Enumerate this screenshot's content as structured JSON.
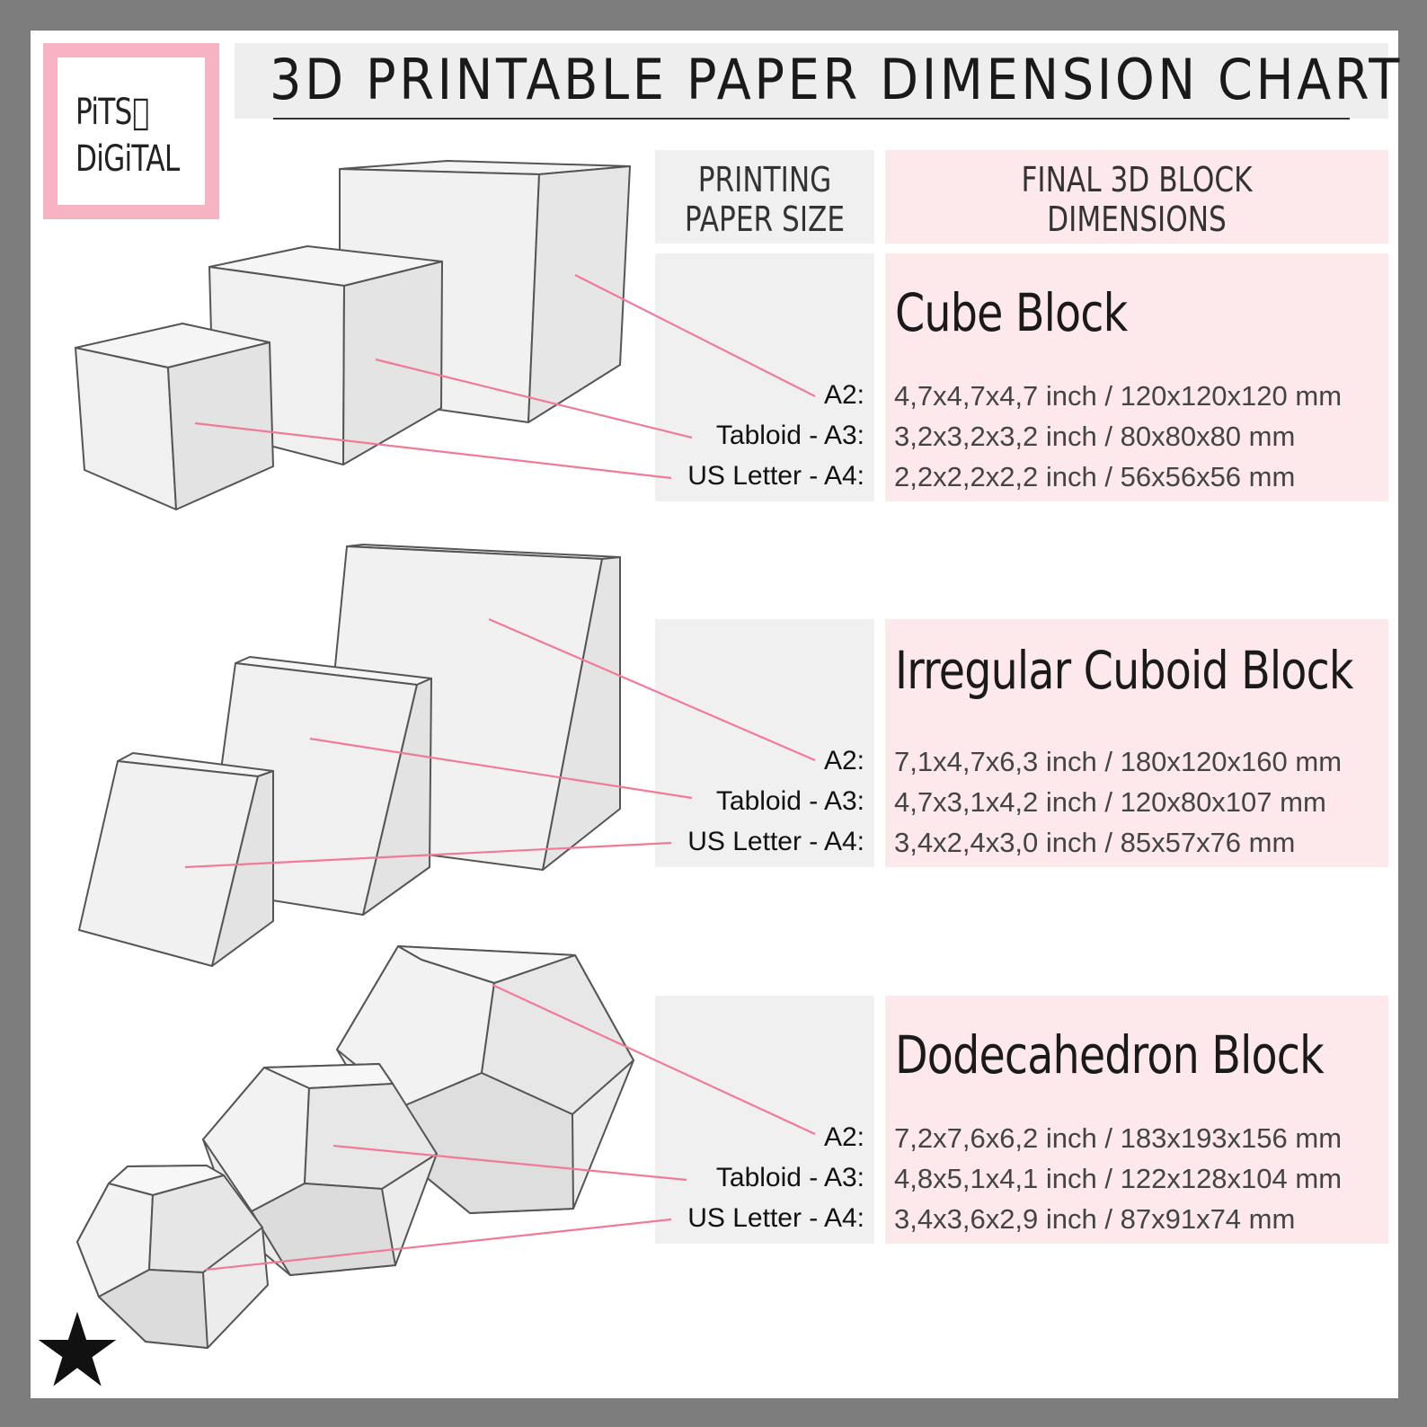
{
  "logo": {
    "line1": "PiTS⃞",
    "line2": "DiGiTAL"
  },
  "title": "3D PRINTABLE PAPER DIMENSION CHART",
  "header": {
    "paper_size": [
      "PRINTING",
      "PAPER SIZE"
    ],
    "final_dims": [
      "FINAL 3D BLOCK",
      "DIMENSIONS"
    ]
  },
  "blocks": [
    {
      "name": "Cube Block",
      "rows": [
        {
          "size": "A2:",
          "dims": "4,7x4,7x4,7 inch / 120x120x120 mm"
        },
        {
          "size": "Tabloid - A3:",
          "dims": "3,2x3,2x3,2 inch / 80x80x80 mm"
        },
        {
          "size": "US Letter - A4:",
          "dims": "2,2x2,2x2,2 inch / 56x56x56 mm"
        }
      ]
    },
    {
      "name": "Irregular Cuboid Block",
      "rows": [
        {
          "size": "A2:",
          "dims": "7,1x4,7x6,3 inch / 180x120x160 mm"
        },
        {
          "size": "Tabloid - A3:",
          "dims": "4,7x3,1x4,2 inch / 120x80x107 mm"
        },
        {
          "size": "US Letter - A4:",
          "dims": "3,4x2,4x3,0 inch / 85x57x76 mm"
        }
      ]
    },
    {
      "name": "Dodecahedron Block",
      "rows": [
        {
          "size": "A2:",
          "dims": "7,2x7,6x6,2 inch / 183x193x156 mm"
        },
        {
          "size": "Tabloid - A3:",
          "dims": "4,8x5,1x4,1 inch / 122x128x104 mm"
        },
        {
          "size": "US Letter - A4:",
          "dims": "3,4x3,6x2,9 inch / 87x91x74 mm"
        }
      ]
    }
  ],
  "colors": {
    "frame": "#7d7d7d",
    "accent_pink": "#f6b3c2",
    "pink_cell": "#fde8ec",
    "gray_cell": "#f0f0f0",
    "leader_line": "#f07a98"
  },
  "icons": {
    "corner": "star-icon"
  }
}
